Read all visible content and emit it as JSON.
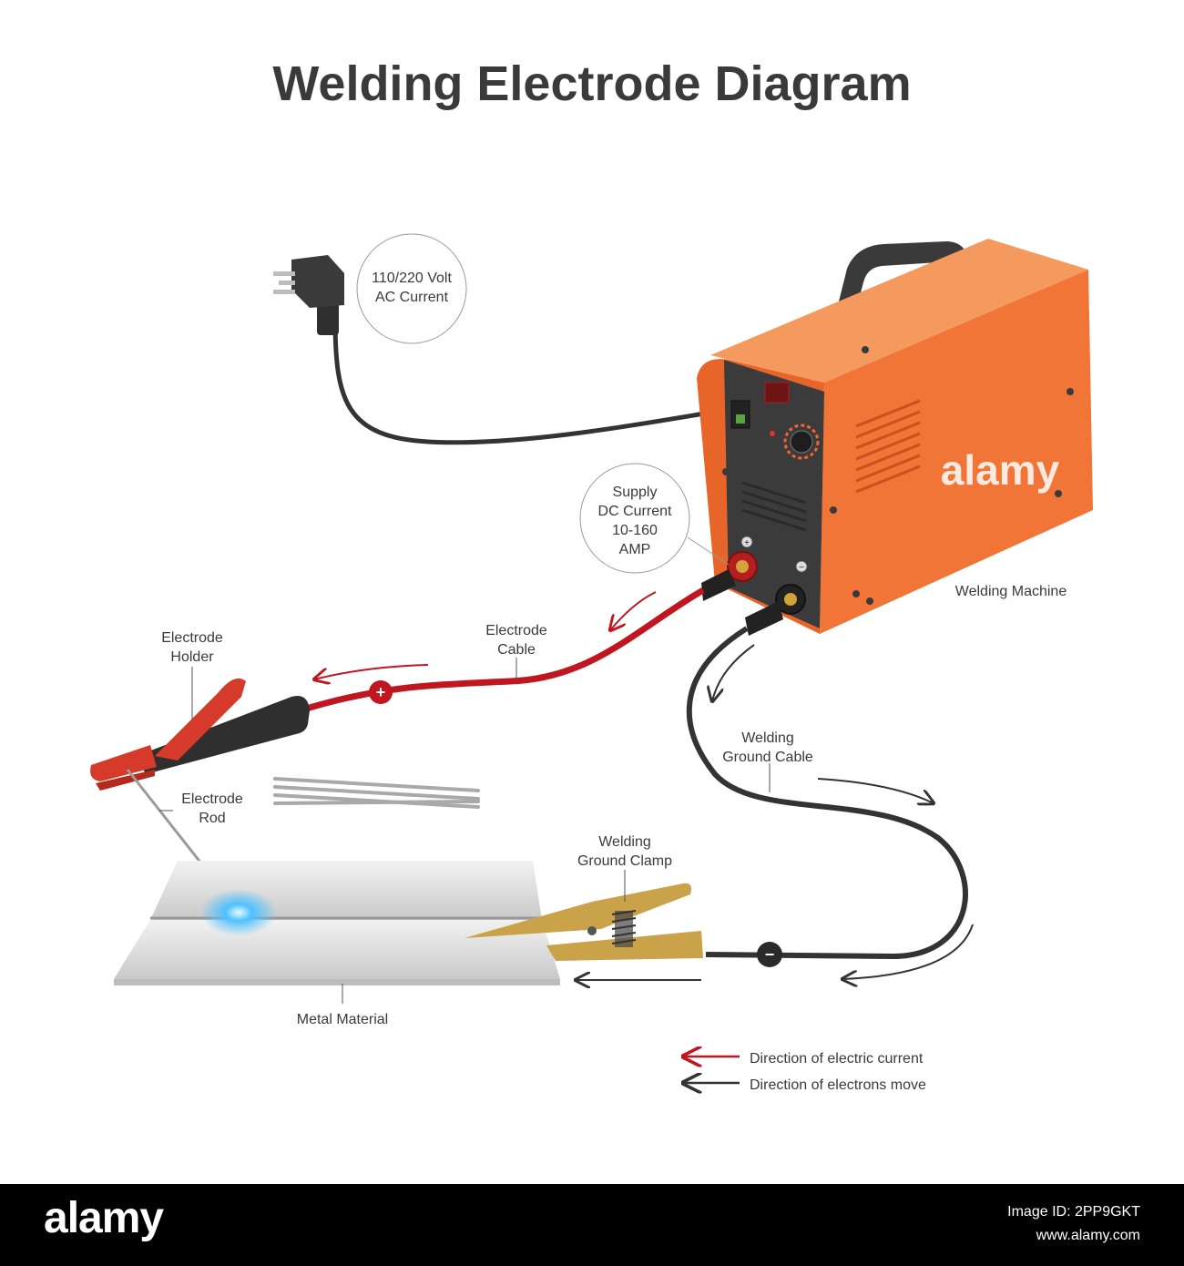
{
  "title": "Welding Electrode Diagram",
  "labels": {
    "power": [
      "110/220 Volt",
      "AC Current"
    ],
    "supply": [
      "Supply",
      "DC Current",
      "10-160",
      "AMP"
    ],
    "welding_machine": "Welding Machine",
    "electrode_holder": [
      "Electrode",
      "Holder"
    ],
    "electrode_cable": [
      "Electrode",
      "Cable"
    ],
    "electrode_rod": [
      "Electrode",
      "Rod"
    ],
    "ground_cable": [
      "Welding",
      "Ground Cable"
    ],
    "ground_clamp": [
      "Welding",
      "Ground Clamp"
    ],
    "metal_material": "Metal Material"
  },
  "legend": [
    {
      "label": "Direction of electric current",
      "color": "#c0161f"
    },
    {
      "label": "Direction of electrons move",
      "color": "#333333"
    }
  ],
  "terminals": {
    "positive": "+",
    "negative": "−"
  },
  "watermark": "alamy",
  "footer": {
    "logo": "alamy",
    "image_id_line": "Image ID: 2PP9GKT",
    "site": "www.alamy.com"
  },
  "colors": {
    "machine_orange": "#f07536",
    "cable_red": "#c0161f",
    "cable_dark": "#333333",
    "clamp_gold": "#c9a24a"
  }
}
